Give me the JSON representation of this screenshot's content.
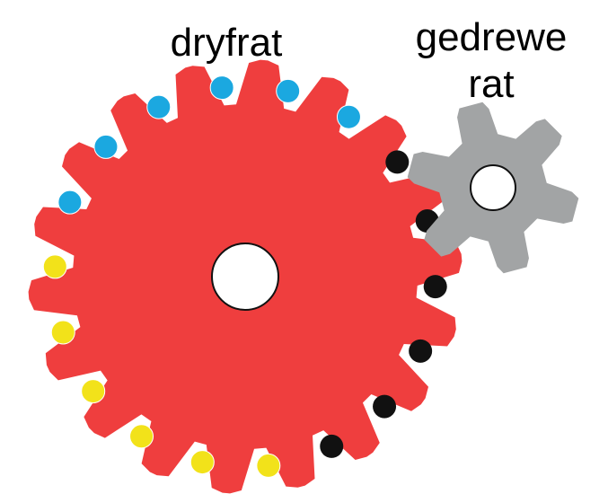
{
  "labels": {
    "driving_gear": "dryfrat",
    "driven_gear_line1": "gedrewe",
    "driven_gear_line2": "rat"
  },
  "driving_gear": {
    "teeth": 18,
    "color": "#ef3e3e",
    "tooth_dots": [
      "yellow",
      "yellow",
      "yellow",
      "yellow",
      "yellow",
      "yellow",
      "black",
      "black",
      "black",
      "black",
      "black",
      "black",
      "blue",
      "blue",
      "blue",
      "blue",
      "blue",
      "blue"
    ]
  },
  "driven_gear": {
    "teeth": 6,
    "color": "#a2a4a5"
  },
  "colors": {
    "yellow": "#f2e21a",
    "blue": "#1ba8e0",
    "black": "#111111",
    "hub_fill": "#ffffff",
    "hub_stroke": "#111111"
  }
}
